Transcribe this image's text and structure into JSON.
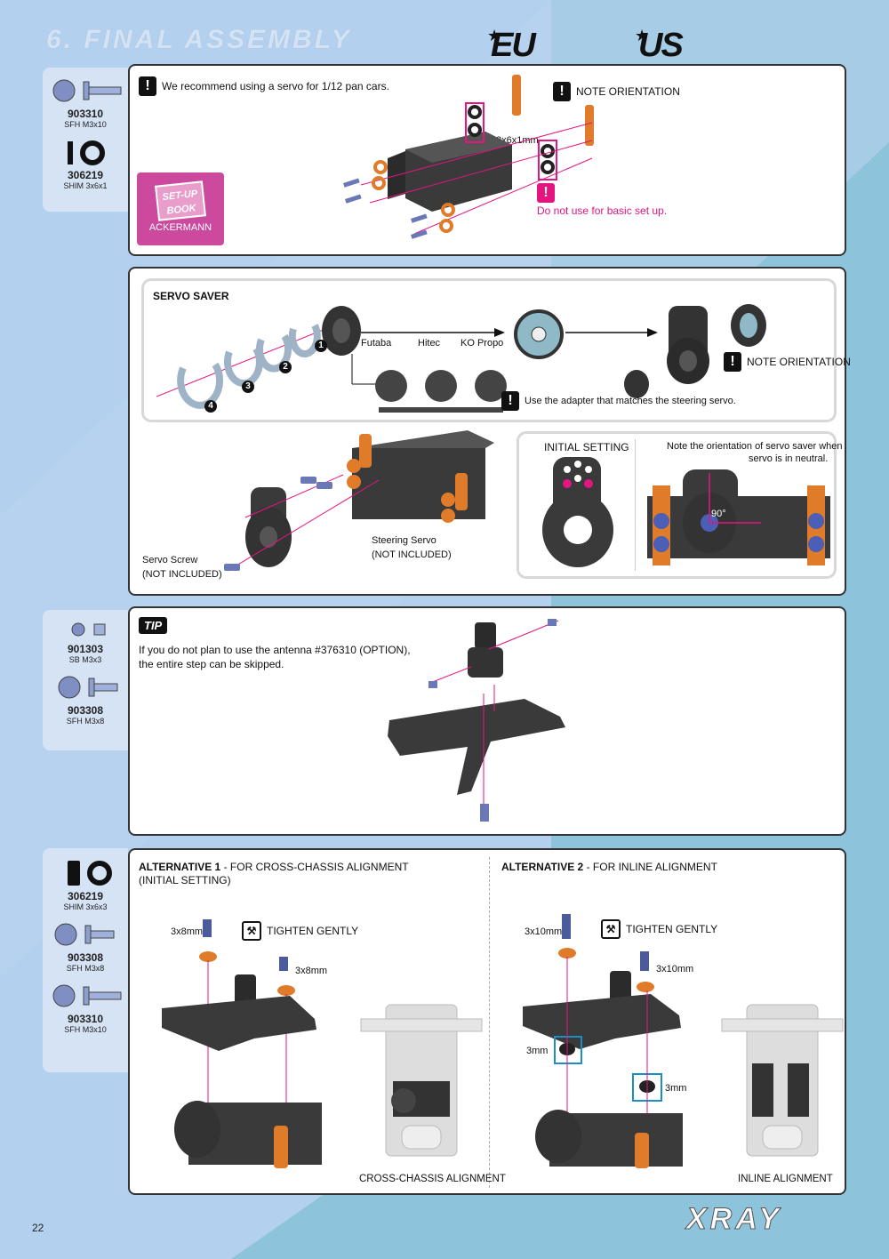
{
  "header": {
    "title": "6. FINAL ASSEMBLY",
    "logo_eu": "EU",
    "logo_us": "US"
  },
  "step1": {
    "parts": [
      {
        "code": "903310",
        "spec": "SFH M3x10"
      },
      {
        "code": "306219",
        "spec": "SHIM 3x6x1"
      }
    ],
    "recommend_note": "We recommend using a servo for 1/12 pan cars.",
    "orientation_note": "NOTE ORIENTATION",
    "shim_label": "3x6x1mm",
    "basic_setup_note": "Do not use for basic set up.",
    "setup_book": {
      "badge": "SET-UP BOOK",
      "label": "ACKERMANN"
    }
  },
  "step2": {
    "servo_saver_title": "SERVO SAVER",
    "numbers": [
      "1",
      "2",
      "3",
      "4"
    ],
    "adapters": [
      "Futaba",
      "Hitec",
      "KO Propo"
    ],
    "adapter_note": "Use the adapter that matches the steering servo.",
    "orientation_note": "NOTE ORIENTATION",
    "initial_setting": "INITIAL SETTING",
    "neutral_note_1": "Note the orientation of servo saver when",
    "neutral_note_2": "servo is in neutral.",
    "angle": "90°",
    "steering_servo_1": "Steering Servo",
    "steering_servo_2": "(NOT INCLUDED)",
    "servo_screw_1": "Servo Screw",
    "servo_screw_2": "(NOT INCLUDED)"
  },
  "step3": {
    "parts": [
      {
        "code": "901303",
        "spec": "SB M3x3"
      },
      {
        "code": "903308",
        "spec": "SFH M3x8"
      }
    ],
    "tip": "TIP",
    "tip_line1": "If you do not plan to use the antenna #376310 (OPTION),",
    "tip_line2": "the entire step can be skipped."
  },
  "step4": {
    "parts": [
      {
        "code": "306219",
        "spec": "SHIM 3x6x3"
      },
      {
        "code": "903308",
        "spec": "SFH M3x8"
      },
      {
        "code": "903310",
        "spec": "SFH M3x10"
      }
    ],
    "alt1_title": "ALTERNATIVE 1",
    "alt1_desc": " - FOR CROSS-CHASSIS ALIGNMENT",
    "alt1_sub": "(INITIAL SETTING)",
    "alt2_title": "ALTERNATIVE 2",
    "alt2_desc": " - FOR INLINE ALIGNMENT",
    "tighten": "TIGHTEN GENTLY",
    "alt1_screw_a": "3x8mm",
    "alt1_screw_b": "3x8mm",
    "alt2_screw_a": "3x10mm",
    "alt2_screw_b": "3x10mm",
    "spacer_a": "3mm",
    "spacer_b": "3mm",
    "alt1_caption": "CROSS-CHASSIS ALIGNMENT",
    "alt2_caption": "INLINE ALIGNMENT"
  },
  "footer": {
    "page": "22",
    "brand": "XRAY"
  }
}
